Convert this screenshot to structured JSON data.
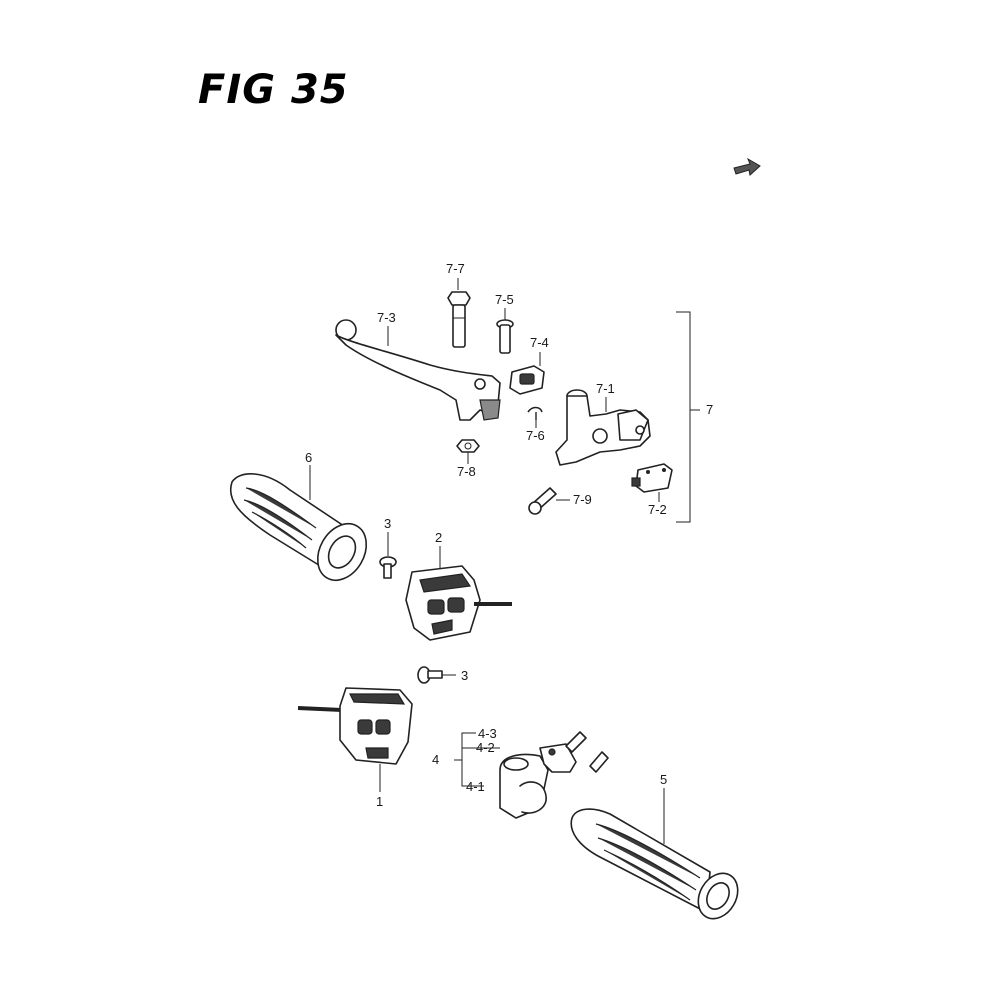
{
  "figure": {
    "title": "FIG 35"
  },
  "callouts": {
    "c7_7": "7-7",
    "c7_5": "7-5",
    "c7_3": "7-3",
    "c7_4": "7-4",
    "c7_1": "7-1",
    "c7": "7",
    "c7_6": "7-6",
    "c7_8": "7-8",
    "c7_9": "7-9",
    "c7_2": "7-2",
    "c6": "6",
    "c3a": "3",
    "c2": "2",
    "c3b": "3",
    "c4_3": "4-3",
    "c4_2": "4-2",
    "c4": "4",
    "c4_1": "4-1",
    "c1": "1",
    "c5": "5"
  },
  "icons": {
    "front": "front-arrow-icon"
  }
}
